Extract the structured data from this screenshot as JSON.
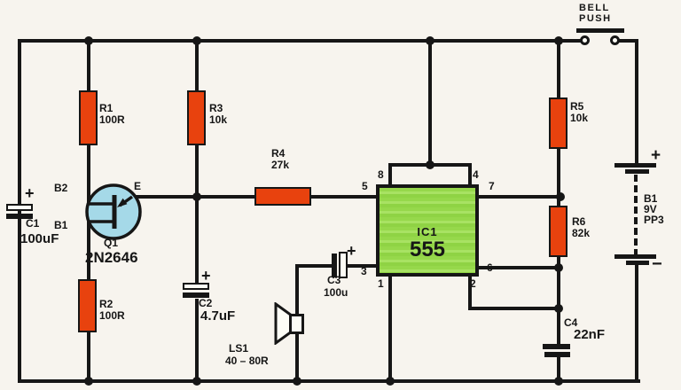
{
  "colors": {
    "background": "#f7f4ee",
    "wire": "#161616",
    "resistor_fill": "#e8420e",
    "ic_fill": "#9cdb52",
    "transistor_fill": "#a5d9e8"
  },
  "switch": {
    "label_line1": "BELL",
    "label_line2": "PUSH"
  },
  "resistors": {
    "r1": {
      "ref": "R1",
      "value": "100R"
    },
    "r2": {
      "ref": "R2",
      "value": "100R"
    },
    "r3": {
      "ref": "R3",
      "value": "10k"
    },
    "r4": {
      "ref": "R4",
      "value": "27k"
    },
    "r5": {
      "ref": "R5",
      "value": "10k"
    },
    "r6": {
      "ref": "R6",
      "value": "82k"
    }
  },
  "capacitors": {
    "c1": {
      "ref": "C1",
      "value": "100uF",
      "polarity": "+"
    },
    "c2": {
      "ref": "C2",
      "value": "4.7uF",
      "polarity": "+"
    },
    "c3": {
      "ref": "C3",
      "value": "100u",
      "polarity": "+"
    },
    "c4": {
      "ref": "C4",
      "value": "22nF"
    }
  },
  "transistor": {
    "ref": "Q1",
    "part": "2N2646",
    "pin_b2": "B2",
    "pin_b1": "B1",
    "pin_e": "E"
  },
  "ic": {
    "ref": "IC1",
    "part": "555",
    "pin1": "1",
    "pin2": "2",
    "pin3": "3",
    "pin4": "4",
    "pin5": "5",
    "pin6": "6",
    "pin7": "7",
    "pin8": "8"
  },
  "speaker": {
    "ref": "LS1",
    "value": "40 – 80R"
  },
  "battery": {
    "ref": "B1",
    "voltage": "9V",
    "type": "PP3",
    "plus": "+",
    "minus": "−"
  }
}
